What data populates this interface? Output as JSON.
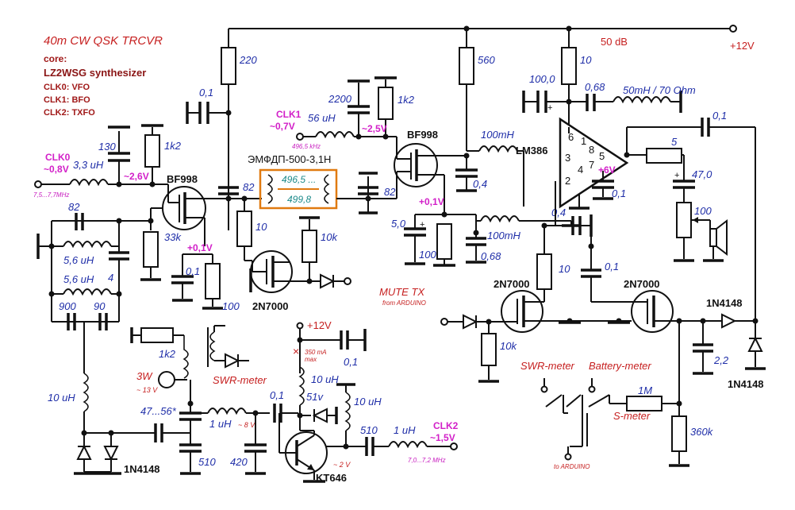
{
  "header": {
    "title": "40m CW QSK TRCVR",
    "core_label": "core:",
    "synth": "LZ2WSG  synthesizer",
    "clk_lines": [
      "CLK0: VFO",
      "CLK1: BFO",
      "CLK2: TXFO"
    ]
  },
  "supply": {
    "plus12_top": "+12V",
    "plus12_tx": "+12V",
    "gain": "50 dB",
    "plus6": "+6V"
  },
  "clocks": {
    "clk0": {
      "name": "CLK0",
      "level": "~0,8V",
      "freq": "7,5...7,7MHz"
    },
    "clk1": {
      "name": "CLK1",
      "level": "~0,7V",
      "freq": "496,5 kHz"
    },
    "clk2": {
      "name": "CLK2",
      "level": "~1,5V",
      "freq": "7,0...7,2 MHz"
    }
  },
  "filter": {
    "name": "ЭМФДП-500-3,1Н",
    "f1": "496,5 ...",
    "f2": "499,8"
  },
  "ics": {
    "amp": "LM386",
    "pins": [
      "6",
      "1",
      "8",
      "5",
      "3",
      "4",
      "7",
      "2"
    ]
  },
  "transistors": [
    "BF998",
    "BF998",
    "2N7000",
    "2N7000",
    "2N7000",
    "KT646"
  ],
  "diodes": [
    "1N4148",
    "1N4148",
    "1N4148"
  ],
  "voltages": [
    "~2,6V",
    "~2,5V",
    "+0,1V",
    "+0,1V",
    "~ 8 V",
    "~ 2 V",
    "~ 13 V"
  ],
  "components": {
    "r220": "220",
    "c01a": "0,1",
    "c130": "130",
    "l33": "3,3 uH",
    "r1k2a": "1k2",
    "c2200": "2200",
    "l56": "56 uH",
    "r1k2b": "1k2",
    "r560": "560",
    "c82a": "82",
    "c82b": "82",
    "c82c": "82",
    "l56a": "5,6 uH",
    "l56b": "5,6 uH",
    "c4": "4",
    "c900": "900",
    "c90": "90",
    "r33k": "33k",
    "c01b": "0,1",
    "r100a": "100",
    "r10a": "10",
    "r10k": "10k",
    "c50": "5,0",
    "r100b": "100",
    "c068a": "0,68",
    "c04": "0,4",
    "l100a": "100mH",
    "l100b": "100mH",
    "c04b": "0,4",
    "c1000": "100,0",
    "c068b": "0,68",
    "l50": "50mH / 70 Ohm",
    "r10b": "10",
    "c01c": "0,1",
    "c01d": "0,1",
    "r5": "5",
    "c470": "47,0",
    "r100c": "100",
    "r10c": "10",
    "c01e": "0,1",
    "r10kb": "10k",
    "c22": "2,2",
    "r1k2c": "1k2",
    "c01f": "0,1",
    "c01g": "0,1",
    "l10a": "10 uH",
    "l10b": "10 uH",
    "l10c": "10 uH",
    "l1a": "1 uH",
    "l1b": "1 uH",
    "c4756": "47...56*",
    "c510a": "510",
    "c420": "420",
    "c510b": "510",
    "d51": "51v",
    "r1m": "1M",
    "r360k": "360k"
  },
  "labels": {
    "mute": "MUTE TX",
    "mute_sub": "from ARDUINO",
    "swr": "SWR-meter",
    "swr2": "SWR-meter",
    "batt": "Battery-meter",
    "smeter": "S-meter",
    "to_arduino": "to ARDUINO",
    "three_w": "3W",
    "ma": "350 mA",
    "ma_sub": "max"
  }
}
